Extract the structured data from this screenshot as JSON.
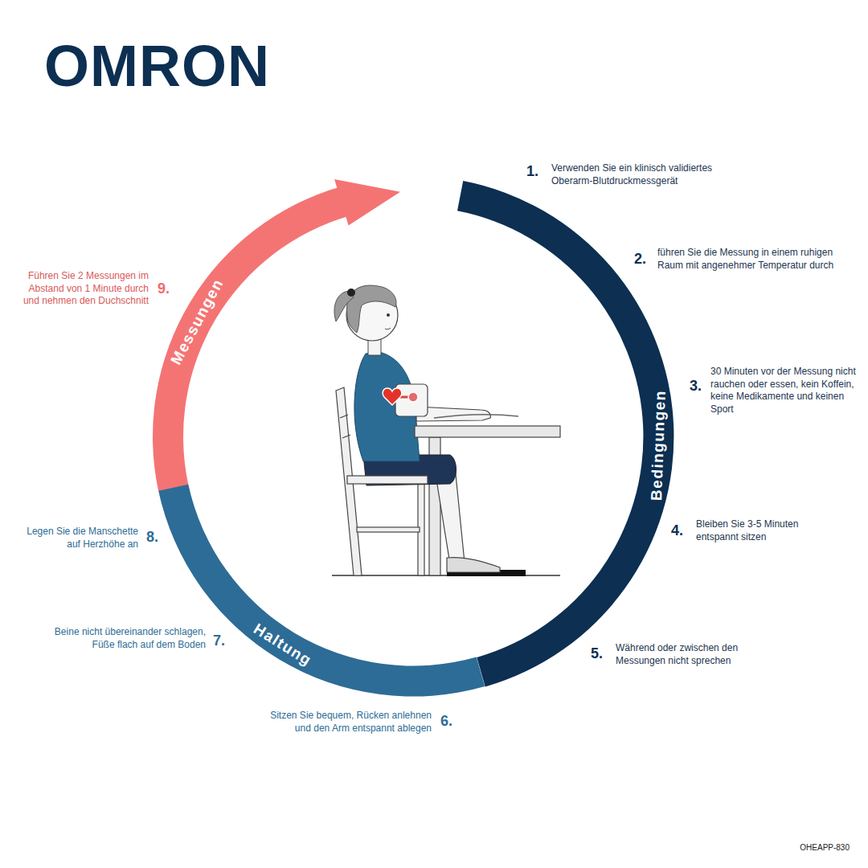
{
  "diagram": {
    "title": "OMRON",
    "nodes": [
      {
        "text": [
          "Bedingungen"
        ]
      },
      {
        "text": [
          "Haltung"
        ]
      },
      {
        "text": [
          "Messungen"
        ]
      }
    ],
    "labels": [
      "1.",
      "Verwenden Sie ein klinisch validiertes Oberarm-Blutdruckmessgerät",
      "2.",
      "führen Sie die Messung in einem ruhigen Raum mit angenehmer Temperatur durch",
      "3.",
      "30 Minuten vor der Messung nicht rauchen oder essen, kein Koffein, keine Medikamente und keinen Sport",
      "4.",
      "Bleiben Sie 3-5 Minuten entspannt sitzen",
      "5.",
      "Während oder zwischen den Messungen nicht sprechen",
      "6.",
      "Sitzen Sie bequem, Rücken anlehnen und den Arm entspannt ablegen",
      "7.",
      "Beine nicht übereinander schlagen, Füße flach auf dem Boden",
      "8.",
      "Legen Sie die Manschette auf Herzhöhe an",
      "9.",
      "Führen Sie 2 Messungen im Abstand von 1 Minute durch und nehmen den Duchschnitt",
      "OHEAPP-830"
    ]
  }
}
